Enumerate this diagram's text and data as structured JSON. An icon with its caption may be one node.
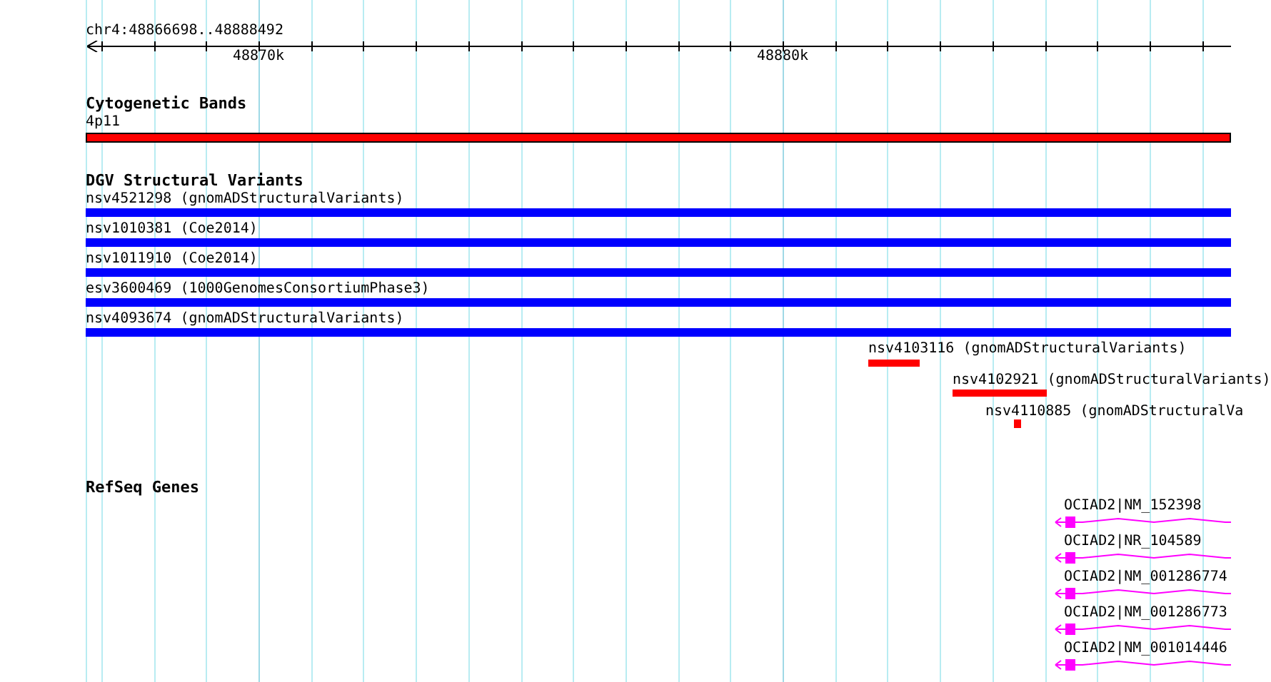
{
  "diagram": {
    "nodes": [
      {
        "text": [
          "4p11"
        ]
      },
      {
        "text": [
          "nsv4521298 (gnomADStructuralVariants)"
        ]
      },
      {
        "text": [
          "nsv1010381 (Coe2014)"
        ]
      },
      {
        "text": [
          "nsv1011910 (Coe2014)"
        ]
      },
      {
        "text": [
          "esv3600469 (1000GenomesConsortiumPhase3)"
        ]
      },
      {
        "text": [
          "nsv4093674 (gnomADStructuralVariants)"
        ]
      },
      {
        "text": [
          "nsv4103116 (gnomADStructuralVariants)"
        ]
      },
      {
        "text": [
          "nsv4102921 (gnomADStructuralVariants)"
        ]
      },
      {
        "text": [
          "nsv4110885 (gnomADStructuralVa"
        ]
      },
      {
        "text": [
          "OCIAD2|NM_152398"
        ]
      },
      {
        "text": [
          "OCIAD2|NR_104589"
        ]
      },
      {
        "text": [
          "OCIAD2|NM_001286774"
        ]
      },
      {
        "text": [
          "OCIAD2|NM_001286773"
        ]
      },
      {
        "text": [
          "OCIAD2|NM_001014446"
        ]
      }
    ],
    "labels": [
      "chr4:48866698..48888492",
      "48870k",
      "48880k",
      "Cytogenetic Bands",
      "DGV Structural Variants",
      "RefSeq Genes"
    ]
  }
}
